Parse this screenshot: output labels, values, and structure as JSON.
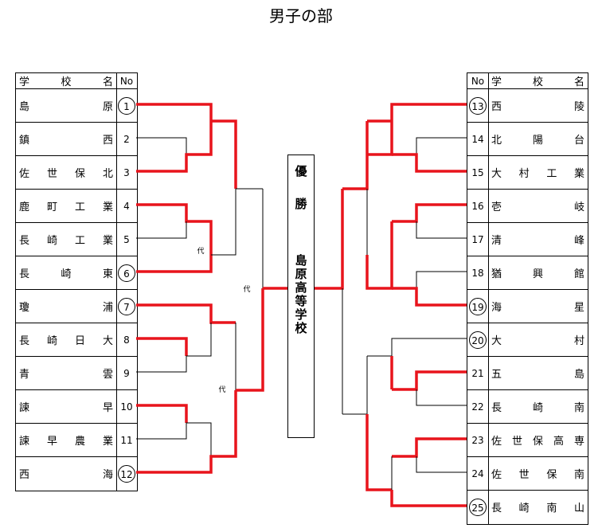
{
  "title": "男子の部",
  "header": {
    "school_label": [
      "学",
      "校",
      "名"
    ],
    "no_label": "No"
  },
  "champion": {
    "label": "優勝",
    "school": "島原高等学校"
  },
  "left": [
    {
      "no": "1",
      "name": "島原",
      "circled": true
    },
    {
      "no": "2",
      "name": "鎮西",
      "circled": false
    },
    {
      "no": "3",
      "name": "佐世保北",
      "circled": false
    },
    {
      "no": "4",
      "name": "鹿町工業",
      "circled": false
    },
    {
      "no": "5",
      "name": "長崎工業",
      "circled": false
    },
    {
      "no": "6",
      "name": "長崎東",
      "circled": true
    },
    {
      "no": "7",
      "name": "瓊浦",
      "circled": true
    },
    {
      "no": "8",
      "name": "長崎日大",
      "circled": false
    },
    {
      "no": "9",
      "name": "青雲",
      "circled": false
    },
    {
      "no": "10",
      "name": "諫早",
      "circled": false
    },
    {
      "no": "11",
      "name": "諫早農業",
      "circled": false
    },
    {
      "no": "12",
      "name": "西海",
      "circled": true
    }
  ],
  "right": [
    {
      "no": "13",
      "name": "西陵",
      "circled": true
    },
    {
      "no": "14",
      "name": "北陽台",
      "circled": false
    },
    {
      "no": "15",
      "name": "大村工業",
      "circled": false
    },
    {
      "no": "16",
      "name": "壱岐",
      "circled": false
    },
    {
      "no": "17",
      "name": "清峰",
      "circled": false
    },
    {
      "no": "18",
      "name": "猶興館",
      "circled": false
    },
    {
      "no": "19",
      "name": "海星",
      "circled": true
    },
    {
      "no": "20",
      "name": "大村",
      "circled": true
    },
    {
      "no": "21",
      "name": "五島",
      "circled": false
    },
    {
      "no": "22",
      "name": "長崎南",
      "circled": false
    },
    {
      "no": "23",
      "name": "佐世保高専",
      "circled": false
    },
    {
      "no": "24",
      "name": "佐世保南",
      "circled": false
    },
    {
      "no": "25",
      "name": "長崎南山",
      "circled": true
    }
  ],
  "colors": {
    "winner_line": "#e8141c",
    "line": "#000000"
  },
  "notes": {
    "dai": "代"
  }
}
